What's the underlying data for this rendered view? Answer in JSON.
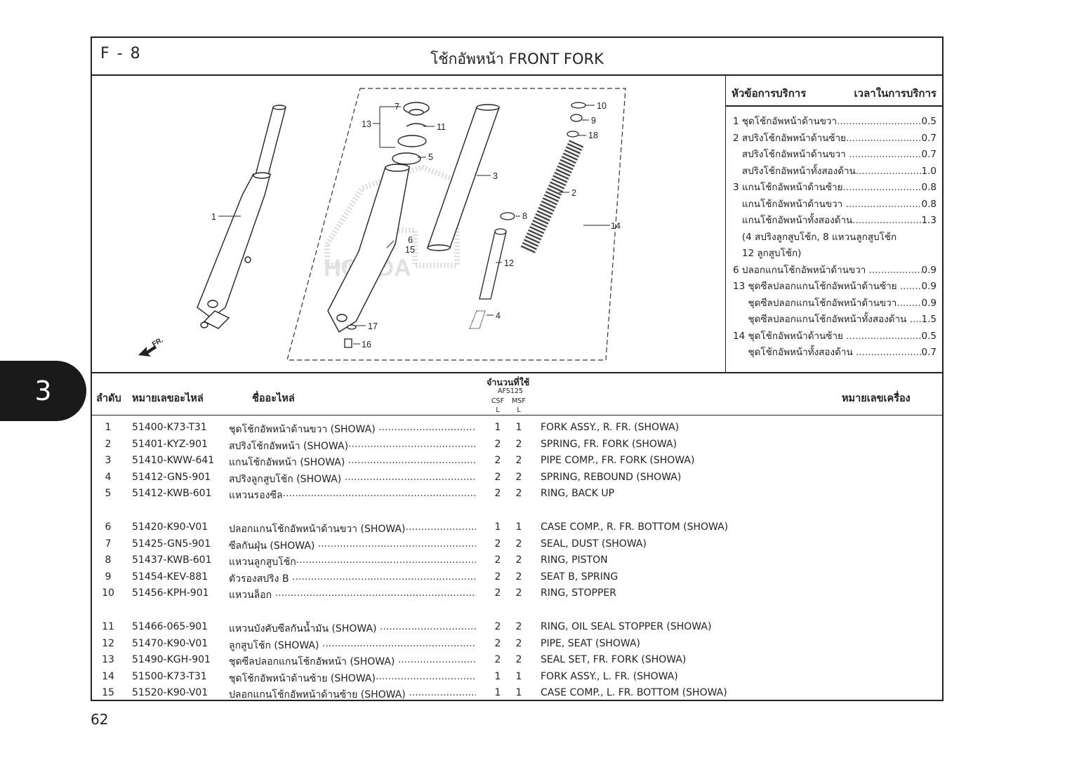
{
  "page": {
    "code": "F - 8",
    "title": "โช้กอัพหน้า  FRONT FORK",
    "section_tab": "3",
    "page_number": "62"
  },
  "diagram": {
    "callouts": [
      "1",
      "2",
      "3",
      "4",
      "5",
      "6",
      "7",
      "8",
      "9",
      "10",
      "11",
      "12",
      "13",
      "14",
      "15",
      "16",
      "17",
      "18"
    ],
    "logo_text": "HONDA",
    "direction_label": "FR."
  },
  "service": {
    "header_topic": "หัวข้อการบริการ",
    "header_time": "เวลาในการบริการ",
    "rows": [
      {
        "label": "1 ชุดโช้กอัพหน้าด้านขวา",
        "value": "0.5"
      },
      {
        "label": "2 สปริงโช้กอัพหน้าด้านซ้าย",
        "value": "0.7"
      },
      {
        "label": "   สปริงโช้กอัพหน้าด้านขวา ",
        "value": "0.7"
      },
      {
        "label": "   สปริงโช้กอัพหน้าทั้งสองด้าน",
        "value": "1.0"
      },
      {
        "label": "3 แกนโช้กอัพหน้าด้านซ้าย",
        "value": "0.8"
      },
      {
        "label": "   แกนโช้กอัพหน้าด้านขวา ",
        "value": "0.8"
      },
      {
        "label": "   แกนโช้กอัพหน้าทั้งสองด้าน",
        "value": "1.3"
      },
      {
        "label": "   (4 สปริงลูกสูบโช้ก, 8 แหวนลูกสูบโช้ก",
        "value": ""
      },
      {
        "label": "   12 ลูกสูบโช้ก)",
        "value": ""
      },
      {
        "label": "6 ปลอกแกนโช้กอัพหน้าด้านขวา ",
        "value": "0.9"
      },
      {
        "label": "13 ชุดซีลปลอกแกนโช้กอัพหน้าด้านซ้าย ",
        "value": "0.9"
      },
      {
        "label": "     ชุดซีลปลอกแกนโช้กอัพหน้าด้านขวา",
        "value": "0.9"
      },
      {
        "label": "     ชุดซีลปลอกแกนโช้กอัพหน้าทั้งสองด้าน ",
        "value": "1.5"
      },
      {
        "label": "14 ชุดโช้กอัพหน้าด้านซ้าย ",
        "value": "0.5"
      },
      {
        "label": "     ชุดโช้กอัพหน้าทั้งสองด้าน ",
        "value": "0.7"
      }
    ]
  },
  "table": {
    "headers": {
      "index": "ลำดับ",
      "part_no": "หมายเลขอะไหล่",
      "name": "ชื่ออะไหล่",
      "qty": "จำนวนที่ใช้",
      "model": "AFS125",
      "col1": "CSF",
      "col2": "MSF",
      "col1_sub": "L",
      "col2_sub": "L",
      "frame_no": "หมายเลขเครื่อง"
    },
    "rows": [
      {
        "no": "1",
        "part": "51400-K73-T31",
        "th": "ชุดโช้กอัพหน้าด้านขวา (SHOWA) ",
        "q1": "1",
        "q2": "1",
        "en": "FORK ASSY., R. FR. (SHOWA)"
      },
      {
        "no": "2",
        "part": "51401-KYZ-901",
        "th": "สปริงโช้กอัพหน้า (SHOWA)",
        "q1": "2",
        "q2": "2",
        "en": "SPRING, FR. FORK (SHOWA)"
      },
      {
        "no": "3",
        "part": "51410-KWW-641",
        "th": "แกนโช้กอัพหน้า (SHOWA) ",
        "q1": "2",
        "q2": "2",
        "en": "PIPE COMP., FR. FORK (SHOWA)"
      },
      {
        "no": "4",
        "part": "51412-GN5-901",
        "th": "สปริงลูกสูบโช้ก (SHOWA) ",
        "q1": "2",
        "q2": "2",
        "en": "SPRING, REBOUND (SHOWA)"
      },
      {
        "no": "5",
        "part": "51412-KWB-601",
        "th": "แหวนรองซีล",
        "q1": "2",
        "q2": "2",
        "en": "RING, BACK UP"
      },
      {
        "no": "6",
        "part": "51420-K90-V01",
        "th": "ปลอกแกนโช้กอัพหน้าด้านขวา (SHOWA)",
        "q1": "1",
        "q2": "1",
        "en": "CASE COMP., R. FR. BOTTOM (SHOWA)"
      },
      {
        "no": "7",
        "part": "51425-GN5-901",
        "th": "ซีลกันฝุ่น (SHOWA) ",
        "q1": "2",
        "q2": "2",
        "en": "SEAL, DUST (SHOWA)"
      },
      {
        "no": "8",
        "part": "51437-KWB-601",
        "th": "แหวนลูกสูบโช้ก",
        "q1": "2",
        "q2": "2",
        "en": "RING, PISTON"
      },
      {
        "no": "9",
        "part": "51454-KEV-881",
        "th": "ตัวรองสปริง B ",
        "q1": "2",
        "q2": "2",
        "en": "SEAT B, SPRING"
      },
      {
        "no": "10",
        "part": "51456-KPH-901",
        "th": "แหวนล็อก ",
        "q1": "2",
        "q2": "2",
        "en": "RING, STOPPER"
      },
      {
        "no": "11",
        "part": "51466-065-901",
        "th": "แหวนบังคับซีลกันน้ำมัน (SHOWA) ",
        "q1": "2",
        "q2": "2",
        "en": "RING, OIL SEAL STOPPER (SHOWA)"
      },
      {
        "no": "12",
        "part": "51470-K90-V01",
        "th": "ลูกสูบโช้ก (SHOWA) ",
        "q1": "2",
        "q2": "2",
        "en": "PIPE, SEAT (SHOWA)"
      },
      {
        "no": "13",
        "part": "51490-KGH-901",
        "th": "ชุดซีลปลอกแกนโช้กอัพหน้า (SHOWA) ",
        "q1": "2",
        "q2": "2",
        "en": "SEAL SET, FR. FORK (SHOWA)"
      },
      {
        "no": "14",
        "part": "51500-K73-T31",
        "th": "ชุดโช้กอัพหน้าด้านซ้าย (SHOWA)",
        "q1": "1",
        "q2": "1",
        "en": "FORK ASSY., L. FR. (SHOWA)"
      },
      {
        "no": "15",
        "part": "51520-K90-V01",
        "th": "ปลอกแกนโช้กอัพหน้าด้านซ้าย (SHOWA) ",
        "q1": "1",
        "q2": "1",
        "en": "CASE COMP., L. FR. BOTTOM (SHOWA)"
      }
    ]
  }
}
